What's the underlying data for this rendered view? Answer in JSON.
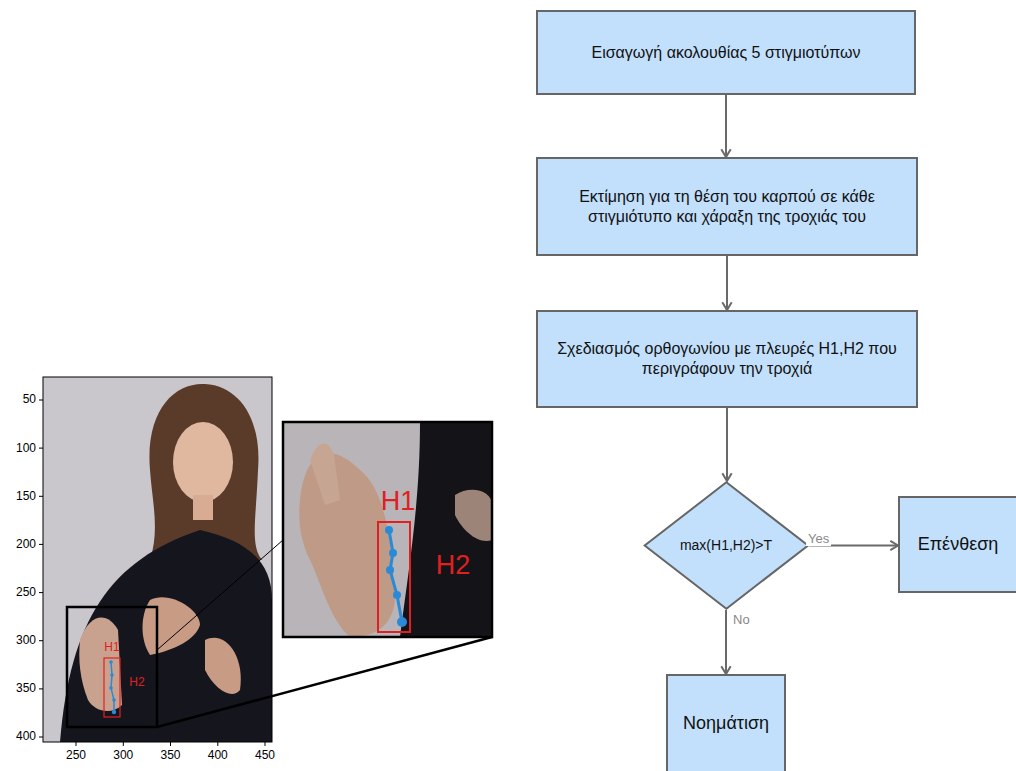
{
  "diagram": {
    "nodes": [
      {
        "text": [
          "Εισαγωγή ακολουθίας 5 στιγμιοτύπων"
        ]
      },
      {
        "text": [
          "Εκτίμηση για τη θέση του καρπού σε κάθε στιγμιότυπο και χάραξη της τροχιάς του"
        ]
      },
      {
        "text": [
          "Σχεδιασμός ορθογωνίου με πλευρές H1,H2 που περιγράφουν την τροχιά"
        ]
      },
      {
        "text": [
          "max(H1,H2)>T"
        ]
      },
      {
        "text": [
          "Επένθεση"
        ]
      },
      {
        "text": [
          "Νοημάτιση"
        ]
      }
    ],
    "edges": [
      {
        "from": 0,
        "to": 1,
        "arrow": "to"
      },
      {
        "from": 1,
        "to": 2,
        "arrow": "to"
      },
      {
        "from": 2,
        "to": 3,
        "arrow": "to"
      },
      {
        "from": 3,
        "to": 4,
        "label": "Yes",
        "arrow": "to"
      },
      {
        "from": 3,
        "to": 5,
        "label": "No",
        "arrow": "to"
      }
    ],
    "labels": [
      "50",
      "100",
      "150",
      "200",
      "250",
      "300",
      "350",
      "400",
      "250",
      "300",
      "350",
      "400",
      "450",
      "H1",
      "H2",
      "H1",
      "H2"
    ]
  }
}
